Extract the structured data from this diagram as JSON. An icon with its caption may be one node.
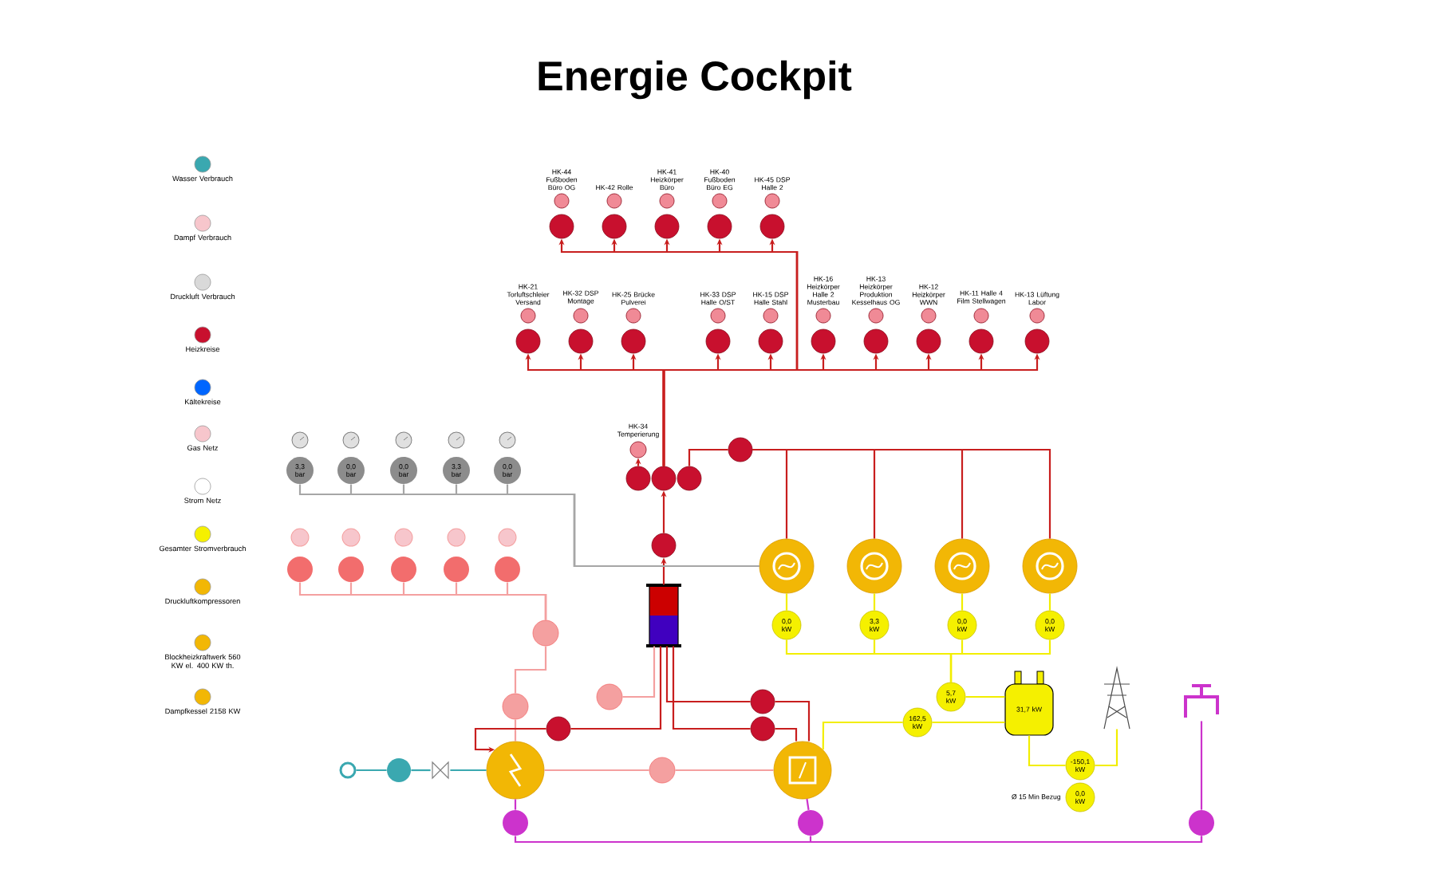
{
  "diagram": {
    "title": "Energie Cockpit",
    "nodes": [
      {
        "text": [
          "HK-44 Fußboden Büro OG"
        ]
      },
      {
        "text": [
          "HK-42 Rolle"
        ]
      },
      {
        "text": [
          "HK-41 Heizkörper Büro"
        ]
      },
      {
        "text": [
          "HK-40 Fußboden Büro EG"
        ]
      },
      {
        "text": [
          "HK-45 DSP Halle 2"
        ]
      },
      {
        "text": [
          "HK-21 Torluftschleier Versand"
        ]
      },
      {
        "text": [
          "HK-32 DSP Montage"
        ]
      },
      {
        "text": [
          "HK-25 Brücke Pulverei"
        ]
      },
      {
        "text": [
          "HK-33 DSP Halle O/ST"
        ]
      },
      {
        "text": [
          "HK-15 DSP Halle Stahl"
        ]
      },
      {
        "text": [
          "HK-16 Heizkörper Halle 2 Musterbau"
        ]
      },
      {
        "text": [
          "HK-13 Heizkörper Produktion Kesselhaus OG"
        ]
      },
      {
        "text": [
          "HK-12 Heizkörper WWN"
        ]
      },
      {
        "text": [
          "HK-11 Halle 4 Film Stellwagen"
        ]
      },
      {
        "text": [
          "HK-13 Lüftung Labor"
        ]
      },
      {
        "text": [
          "HK-34 Temperierung"
        ]
      },
      {
        "text": [],
        "shape": "circle"
      },
      {
        "text": [],
        "shape": "circle"
      },
      {
        "text": [],
        "shape": "circle"
      },
      {
        "text": [],
        "shape": "circle"
      },
      {
        "text": [],
        "shape": "circle"
      },
      {
        "text": [],
        "shape": "cylinder"
      },
      {
        "text": [],
        "shape": "circle"
      },
      {
        "text": [],
        "shape": "circle"
      },
      {
        "text": [],
        "shape": "circle"
      },
      {
        "text": [],
        "shape": "circle"
      },
      {
        "text": [
          "0,0 kW"
        ]
      },
      {
        "text": [
          "3,3 kW"
        ]
      },
      {
        "text": [
          "0,0 kW"
        ]
      },
      {
        "text": [
          "0,0 kW"
        ]
      },
      {
        "text": [
          "5,7 kW"
        ]
      },
      {
        "text": [
          "162,5 kW"
        ]
      },
      {
        "text": [
          "31,7 kW"
        ]
      },
      {
        "text": [],
        "shape": "pylon"
      },
      {
        "text": [
          "-150,1 kW"
        ]
      },
      {
        "text": [
          "0,0 kW"
        ],
        "beside": [
          "Ø 15 Min Bezug"
        ]
      },
      {
        "text": [
          "3,3 bar"
        ]
      },
      {
        "text": [
          "0,0 bar"
        ]
      },
      {
        "text": [
          "0,0 bar"
        ]
      },
      {
        "text": [
          "3,3 bar"
        ]
      },
      {
        "text": [
          "0,0 bar"
        ]
      },
      {
        "text": [],
        "shape": "circle"
      },
      {
        "text": [],
        "shape": "circle"
      },
      {
        "text": [],
        "shape": "circle"
      },
      {
        "text": [],
        "shape": "circle"
      },
      {
        "text": [],
        "shape": "circle"
      },
      {
        "text": [],
        "shape": "circle"
      },
      {
        "text": [],
        "shape": "circle"
      },
      {
        "text": [],
        "shape": "circle"
      },
      {
        "text": [],
        "shape": "circle"
      },
      {
        "text": [],
        "shape": "circle"
      },
      {
        "text": [],
        "shape": "circle"
      },
      {
        "text": [],
        "shape": "circle"
      },
      {
        "text": [],
        "shape": "circle"
      },
      {
        "text": [],
        "shape": "circle"
      },
      {
        "text": [],
        "shape": "circle"
      },
      {
        "text": [],
        "shape": "valve"
      },
      {
        "text": [],
        "shape": "circle"
      },
      {
        "text": [],
        "shape": "circle"
      },
      {
        "text": [],
        "shape": "circle"
      },
      {
        "text": [],
        "shape": "circle"
      },
      {
        "text": [],
        "shape": "tap"
      }
    ],
    "edges": [
      {
        "from": 17,
        "to": 0,
        "arrow": "to"
      },
      {
        "from": 17,
        "to": 1,
        "arrow": "to"
      },
      {
        "from": 17,
        "to": 2,
        "arrow": "to"
      },
      {
        "from": 17,
        "to": 3,
        "arrow": "to"
      },
      {
        "from": 17,
        "to": 4,
        "arrow": "to"
      },
      {
        "from": 17,
        "to": 5,
        "arrow": "to"
      },
      {
        "from": 17,
        "to": 6,
        "arrow": "to"
      },
      {
        "from": 17,
        "to": 7,
        "arrow": "to"
      },
      {
        "from": 17,
        "to": 8,
        "arrow": "to"
      },
      {
        "from": 17,
        "to": 9,
        "arrow": "to"
      },
      {
        "from": 17,
        "to": 10,
        "arrow": "to"
      },
      {
        "from": 17,
        "to": 11,
        "arrow": "to"
      },
      {
        "from": 17,
        "to": 12,
        "arrow": "to"
      },
      {
        "from": 17,
        "to": 13,
        "arrow": "to"
      },
      {
        "from": 17,
        "to": 14,
        "arrow": "to"
      },
      {
        "from": 16,
        "to": 15,
        "arrow": "to"
      },
      {
        "from": 21,
        "to": 20,
        "arrow": "to"
      },
      {
        "from": 20,
        "to": 17,
        "arrow": "to"
      },
      {
        "from": 18,
        "to": 19,
        "arrow": "none"
      },
      {
        "from": 19,
        "to": 22,
        "arrow": "none"
      },
      {
        "from": 19,
        "to": 23,
        "arrow": "none"
      },
      {
        "from": 19,
        "to": 24,
        "arrow": "none"
      },
      {
        "from": 19,
        "to": 25,
        "arrow": "none"
      },
      {
        "from": 36,
        "to": 22,
        "arrow": "none",
        "color": "#a6a6a6"
      },
      {
        "from": 37,
        "to": 22,
        "arrow": "none",
        "color": "#a6a6a6"
      },
      {
        "from": 38,
        "to": 22,
        "arrow": "none",
        "color": "#a6a6a6"
      },
      {
        "from": 39,
        "to": 22,
        "arrow": "none",
        "color": "#a6a6a6"
      },
      {
        "from": 40,
        "to": 22,
        "arrow": "none",
        "color": "#a6a6a6"
      },
      {
        "from": 41,
        "to": 46,
        "arrow": "none",
        "color": "#f4a0a0"
      },
      {
        "from": 42,
        "to": 46,
        "arrow": "none",
        "color": "#f4a0a0"
      },
      {
        "from": 43,
        "to": 46,
        "arrow": "none",
        "color": "#f4a0a0"
      },
      {
        "from": 44,
        "to": 46,
        "arrow": "none",
        "color": "#f4a0a0"
      },
      {
        "from": 45,
        "to": 46,
        "arrow": "none",
        "color": "#f4a0a0"
      },
      {
        "from": 46,
        "to": 47,
        "arrow": "none",
        "color": "#f4a0a0"
      },
      {
        "from": 47,
        "to": 49,
        "arrow": "none",
        "color": "#f4a0a0"
      },
      {
        "from": 48,
        "to": 21,
        "arrow": "none",
        "color": "#f4a0a0"
      },
      {
        "from": 21,
        "to": 53,
        "arrow": "none"
      },
      {
        "from": 53,
        "to": 49,
        "arrow": "to"
      },
      {
        "from": 21,
        "to": 51,
        "arrow": "none"
      },
      {
        "from": 51,
        "to": 50,
        "arrow": "none"
      },
      {
        "from": 21,
        "to": 52,
        "arrow": "none"
      },
      {
        "from": 52,
        "to": 50,
        "arrow": "none"
      },
      {
        "from": 54,
        "to": 55,
        "arrow": "none",
        "color": "#3aa8b0"
      },
      {
        "from": 55,
        "to": 56,
        "arrow": "none",
        "color": "#3aa8b0"
      },
      {
        "from": 56,
        "to": 49,
        "arrow": "none",
        "color": "#3aa8b0"
      },
      {
        "from": 49,
        "to": 57,
        "arrow": "none",
        "color": "#f4a0a0"
      },
      {
        "from": 57,
        "to": 50,
        "arrow": "none",
        "color": "#f4a0a0"
      },
      {
        "from": 49,
        "to": 58,
        "arrow": "none",
        "color": "#cc33cc"
      },
      {
        "from": 50,
        "to": 59,
        "arrow": "none",
        "color": "#cc33cc"
      },
      {
        "from": 58,
        "to": 60,
        "arrow": "none",
        "color": "#cc33cc"
      },
      {
        "from": 59,
        "to": 60,
        "arrow": "none",
        "color": "#cc33cc"
      },
      {
        "from": 60,
        "to": 61,
        "arrow": "none",
        "color": "#cc33cc"
      },
      {
        "from": 22,
        "to": 26,
        "arrow": "none",
        "color": "#f2ee00"
      },
      {
        "from": 23,
        "to": 27,
        "arrow": "none",
        "color": "#f2ee00"
      },
      {
        "from": 24,
        "to": 28,
        "arrow": "none",
        "color": "#f2ee00"
      },
      {
        "from": 25,
        "to": 29,
        "arrow": "none",
        "color": "#f2ee00"
      },
      {
        "from": 26,
        "to": 30,
        "arrow": "none",
        "color": "#f2ee00"
      },
      {
        "from": 27,
        "to": 30,
        "arrow": "none",
        "color": "#f2ee00"
      },
      {
        "from": 28,
        "to": 30,
        "arrow": "none",
        "color": "#f2ee00"
      },
      {
        "from": 29,
        "to": 30,
        "arrow": "none",
        "color": "#f2ee00"
      },
      {
        "from": 30,
        "to": 32,
        "arrow": "none",
        "color": "#f2ee00"
      },
      {
        "from": 50,
        "to": 31,
        "arrow": "none",
        "color": "#f2ee00"
      },
      {
        "from": 31,
        "to": 32,
        "arrow": "none",
        "color": "#f2ee00"
      },
      {
        "from": 32,
        "to": 34,
        "arrow": "none",
        "color": "#f2ee00"
      },
      {
        "from": 34,
        "to": 33,
        "arrow": "none",
        "color": "#f2ee00"
      }
    ],
    "legend": [
      {
        "text": "Wasser Verbrauch"
      },
      {
        "text": "Dampf Verbrauch"
      },
      {
        "text": "Druckluft Verbrauch"
      },
      {
        "text": "Heizkreise"
      },
      {
        "text": "Kältekreise"
      },
      {
        "text": "Gas Netz"
      },
      {
        "text": "Strom Netz"
      },
      {
        "text": "Gesamter Stromverbrauch"
      },
      {
        "text": "Druckluftkompressoren"
      },
      {
        "text": "Blockheizkraftwerk 560 KW el. 400 KW th."
      },
      {
        "text": "Dampfkessel 2158 KW"
      }
    ]
  }
}
